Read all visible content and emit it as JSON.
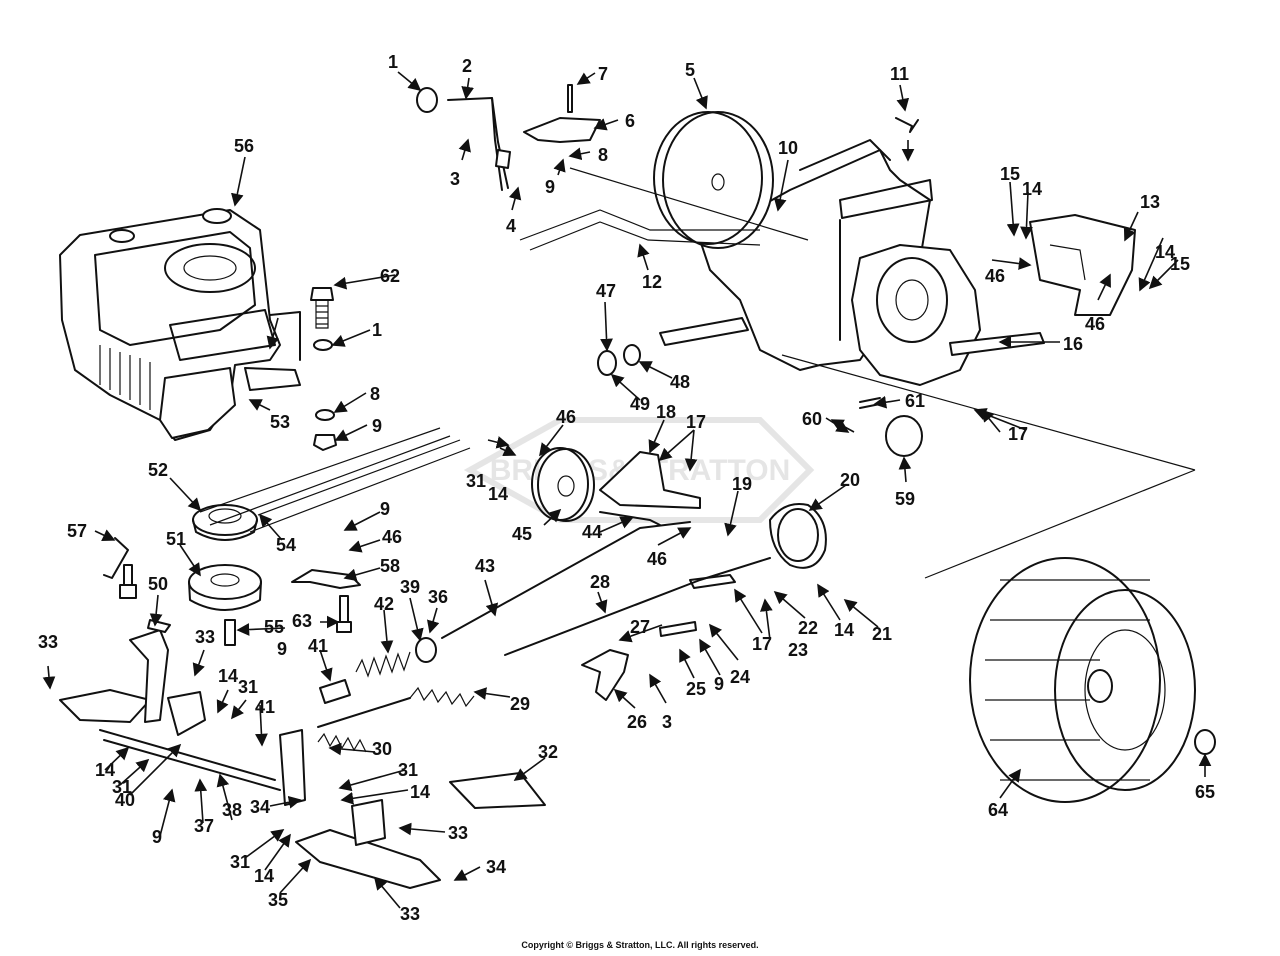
{
  "copyright": "Copyright © Briggs & Stratton, LLC. All rights reserved.",
  "watermark": "BRIGGS&STRATTON",
  "callouts": [
    "1",
    "2",
    "3",
    "4",
    "5",
    "6",
    "7",
    "8",
    "9",
    "10",
    "11",
    "12",
    "13",
    "14",
    "15",
    "16",
    "17",
    "18",
    "19",
    "20",
    "21",
    "22",
    "23",
    "24",
    "25",
    "26",
    "27",
    "28",
    "29",
    "30",
    "31",
    "32",
    "33",
    "34",
    "35",
    "36",
    "37",
    "38",
    "39",
    "40",
    "41",
    "42",
    "43",
    "44",
    "45",
    "46",
    "47",
    "48",
    "49",
    "50",
    "51",
    "52",
    "53",
    "54",
    "55",
    "56",
    "57",
    "58",
    "59",
    "60",
    "61",
    "62",
    "63",
    "64",
    "65"
  ]
}
